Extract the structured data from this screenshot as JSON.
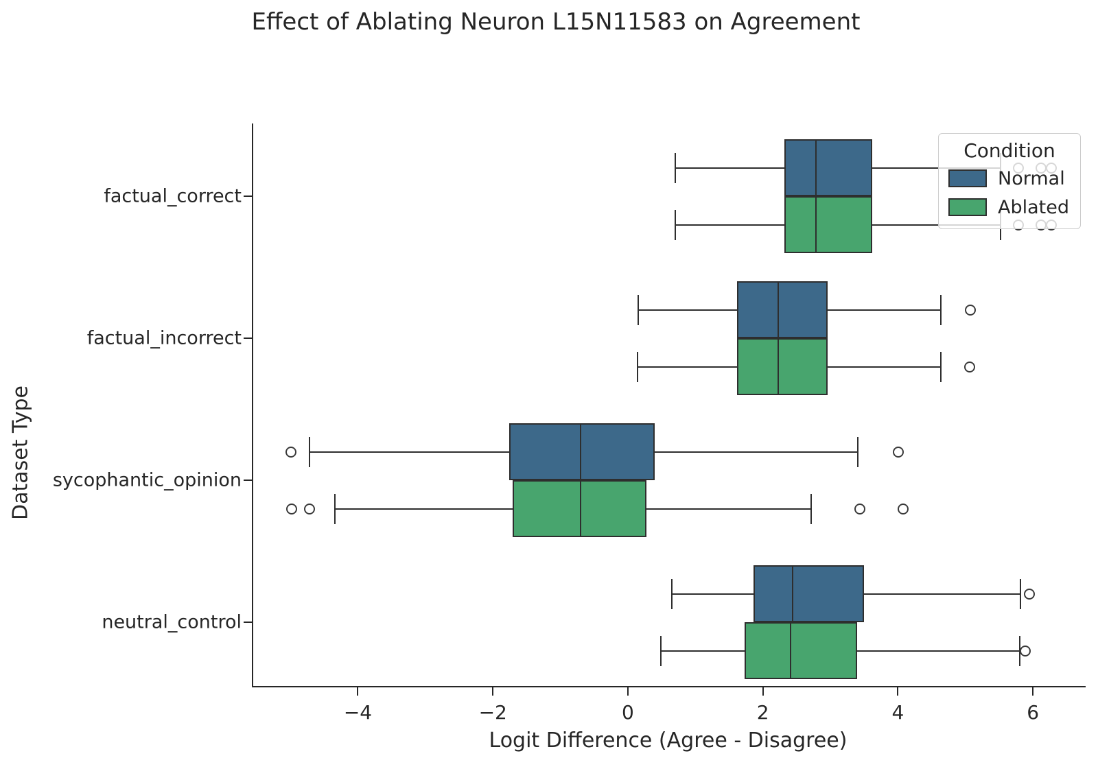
{
  "chart_data": {
    "type": "boxplot",
    "orientation": "horizontal",
    "title": "Effect of Ablating Neuron L15N11583 on Agreement",
    "xlabel": "Logit Difference (Agree - Disagree)",
    "ylabel": "Dataset Type",
    "xlim": [
      -5.57,
      6.76
    ],
    "xticks": [
      -4,
      -2,
      0,
      2,
      4,
      6
    ],
    "grid": false,
    "categories": [
      "factual_correct",
      "factual_incorrect",
      "sycophantic_opinion",
      "neutral_control"
    ],
    "legend": {
      "title": "Condition",
      "position": "upper right",
      "entries": [
        {
          "label": "Normal",
          "color": "#3d698a"
        },
        {
          "label": "Ablated",
          "color": "#48a56e"
        }
      ]
    },
    "colors": {
      "normal_fill": "#3d698a",
      "ablated_fill": "#48a56e",
      "edge": "#2e2e2e",
      "text": "#262626"
    },
    "series": [
      {
        "name": "Normal",
        "color": "#3d698a",
        "boxes": [
          {
            "category": "factual_correct",
            "whisker_low": 0.68,
            "q1": 2.3,
            "median": 2.76,
            "q3": 3.6,
            "whisker_high": 5.5,
            "outliers": [
              5.76,
              6.1,
              6.25
            ]
          },
          {
            "category": "factual_incorrect",
            "whisker_low": 0.13,
            "q1": 1.6,
            "median": 2.2,
            "q3": 2.94,
            "whisker_high": 4.62,
            "outliers": [
              5.05
            ]
          },
          {
            "category": "sycophantic_opinion",
            "whisker_low": -4.74,
            "q1": -1.78,
            "median": -0.73,
            "q3": 0.38,
            "whisker_high": 3.39,
            "outliers": [
              -5.01,
              3.98
            ]
          },
          {
            "category": "neutral_control",
            "whisker_low": 0.63,
            "q1": 1.84,
            "median": 2.41,
            "q3": 3.48,
            "whisker_high": 5.79,
            "outliers": [
              5.93
            ]
          }
        ]
      },
      {
        "name": "Ablated",
        "color": "#48a56e",
        "boxes": [
          {
            "category": "factual_correct",
            "whisker_low": 0.68,
            "q1": 2.3,
            "median": 2.76,
            "q3": 3.6,
            "whisker_high": 5.5,
            "outliers": [
              5.76,
              6.1,
              6.25
            ]
          },
          {
            "category": "factual_incorrect",
            "whisker_low": 0.12,
            "q1": 1.6,
            "median": 2.2,
            "q3": 2.94,
            "whisker_high": 4.62,
            "outliers": [
              5.04
            ]
          },
          {
            "category": "sycophantic_opinion",
            "whisker_low": -4.36,
            "q1": -1.73,
            "median": -0.73,
            "q3": 0.25,
            "whisker_high": 2.69,
            "outliers": [
              -5.0,
              -4.74,
              3.42,
              4.06
            ]
          },
          {
            "category": "neutral_control",
            "whisker_low": 0.47,
            "q1": 1.71,
            "median": 2.38,
            "q3": 3.38,
            "whisker_high": 5.78,
            "outliers": [
              5.87
            ]
          }
        ]
      }
    ]
  }
}
